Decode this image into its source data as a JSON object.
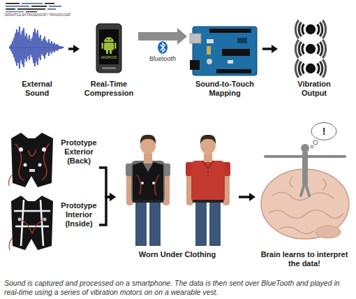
{
  "diagram": {
    "caption": "Sound is captured and processed on a smartphone. The data is then sent over BlueTooth and played in real-time using a series of vibration motors on on a wearable vest.",
    "nodes": [
      {
        "text": [
          "External Sound"
        ]
      },
      {
        "text": [
          "Real-Time Compression"
        ]
      },
      {
        "text": [
          "Sound-to-Touch Mapping"
        ]
      },
      {
        "text": [
          "Vibration Output"
        ]
      },
      {
        "text": [
          "Prototype Exterior (Back)"
        ]
      },
      {
        "text": [
          "Prototype Interior (Inside)"
        ]
      },
      {
        "text": [
          "Worn Under Clothing"
        ]
      },
      {
        "text": [
          "Brain learns to interpret the data!"
        ]
      }
    ],
    "edges": [
      {
        "from": 0,
        "to": 1,
        "arrow": "to"
      },
      {
        "from": 1,
        "to": 2,
        "arrow": "to",
        "label": "Bluetooth"
      },
      {
        "from": 2,
        "to": 3,
        "arrow": "to"
      },
      {
        "from": 4,
        "to": 6,
        "arrow": "to"
      },
      {
        "from": 5,
        "to": 6,
        "arrow": "to"
      },
      {
        "from": 6,
        "to": 7,
        "arrow": "to"
      }
    ],
    "labels": [
      "VERSATILE EXTRASENSORY TRANSDUCER",
      "ANDROID",
      "!"
    ]
  }
}
